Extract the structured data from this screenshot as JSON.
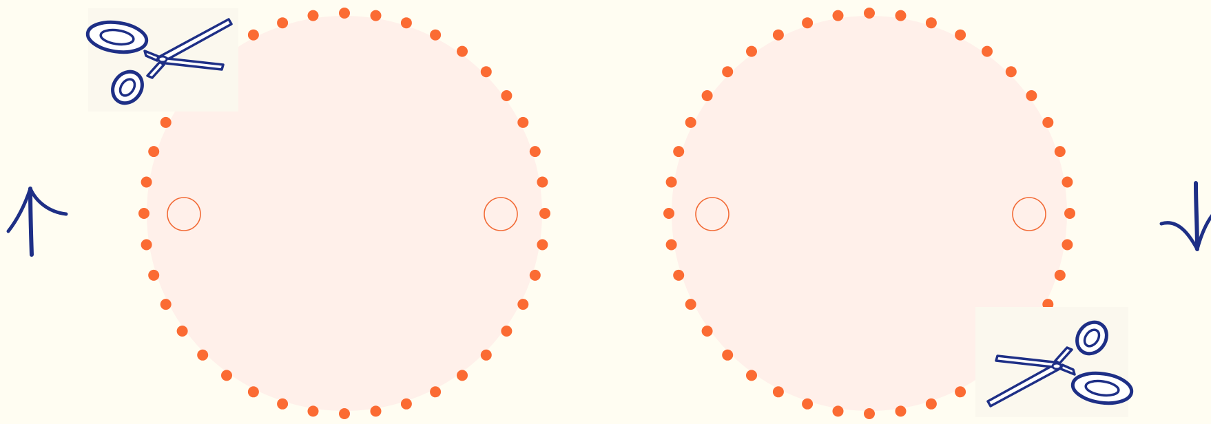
{
  "colors": {
    "background": "#fffdf2",
    "circle_fill": "#fff0ea",
    "dot": "#fb6b33",
    "hole_stroke": "#f26a35",
    "ink": "#1e2f86",
    "scissors_backdrop": "#fbf8ee"
  },
  "circles": [
    {
      "id": "left",
      "dots": 40,
      "holes": 2,
      "scissors": "scissors-icon",
      "scissors_corner": "top-left"
    },
    {
      "id": "right",
      "dots": 40,
      "holes": 2,
      "scissors": "scissors-icon",
      "scissors_corner": "bottom-right"
    }
  ],
  "arrows": [
    {
      "icon": "arrow-up-icon",
      "side": "left"
    },
    {
      "icon": "arrow-down-icon",
      "side": "right"
    }
  ]
}
